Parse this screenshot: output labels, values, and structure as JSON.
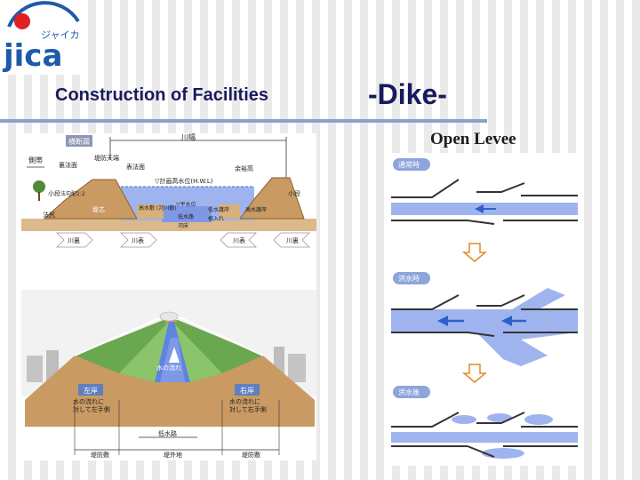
{
  "logo": {
    "text": "jica",
    "katakana": "ジャイカ"
  },
  "title": {
    "main": "Construction of Facilities",
    "sub": "-Dike-"
  },
  "left_diagram": {
    "header_tag": "横断図",
    "labels": {
      "kawahaba": "川幅",
      "sokutai": "側帯",
      "urahoumen": "裏法面",
      "teibou_tenba": "堤防天端",
      "omotehoumen": "表法面",
      "yoyudaka": "余裕高",
      "keikaku_kousuii": "▽計画高水位(H.W.L)",
      "koshoku_left": "小段",
      "koshoku_right": "小段",
      "houkoubai": "法勾配1:2",
      "housoku": "法尻",
      "teishin": "堤芯",
      "kousui_shiki": "高水敷\n(河川敷)",
      "heisui_i": "▽平水位",
      "teisuigogan": "低水護岸",
      "kousuigogan": "高水護岸",
      "teisuiro": "低水路",
      "nekomi": "根入れ",
      "kasho": "河床",
      "kawaura1": "川裏",
      "kawaomote1": "川表",
      "kawaomote2": "川表",
      "kawaura2": "川裏"
    },
    "lower": {
      "water_flow": "水の流れ",
      "left_bank_tag": "左岸",
      "left_bank_text": "水の流れに\n対して左手側",
      "right_bank_tag": "右岸",
      "right_bank_text": "水の流れに\n対して右手側",
      "teisuiro": "低水路",
      "teibou_shiki_left": "堤防敷",
      "teigaichi": "堤外地",
      "teibou_shiki_right": "堤防敷"
    }
  },
  "right_diagram": {
    "title": "Open Levee",
    "stages": [
      {
        "label": "通常時"
      },
      {
        "label": "洪水時"
      },
      {
        "label": "洪水後"
      }
    ]
  },
  "colors": {
    "title": "#1a1a5e",
    "rule": "#8aa2c8",
    "water": "#9fb4ef",
    "water_dark": "#3f6fd9",
    "soil": "#c99a62",
    "grass": "#6aa84f",
    "jica_blue": "#1e5aa8",
    "jica_red": "#e02020"
  }
}
